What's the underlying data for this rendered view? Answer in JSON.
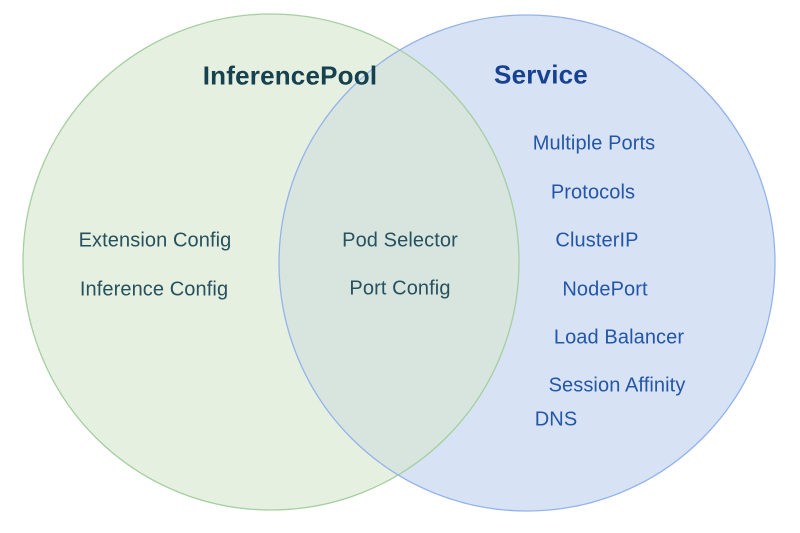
{
  "diagram": {
    "type": "venn",
    "background_color": "#ffffff",
    "left_circle": {
      "title": "InferencePool",
      "items": [
        "Extension Config",
        "Inference Config"
      ],
      "fill_color": "#e6f0e1",
      "border_color": "#a5cfa0",
      "title_color": "#16414f",
      "text_color": "#26515e"
    },
    "overlap": {
      "items": [
        "Pod Selector",
        "Port Config"
      ],
      "fill_color": "#d8e5de",
      "text_color": "#26515e"
    },
    "right_circle": {
      "title": "Service",
      "items": [
        "Multiple Ports",
        "Protocols",
        "ClusterIP",
        "NodePort",
        "Load Balancer",
        "Session Affinity",
        "DNS"
      ],
      "fill_color": "#d7e2f5",
      "border_color": "#94b3ea",
      "title_color": "#174291",
      "text_color": "#2456a8"
    }
  }
}
